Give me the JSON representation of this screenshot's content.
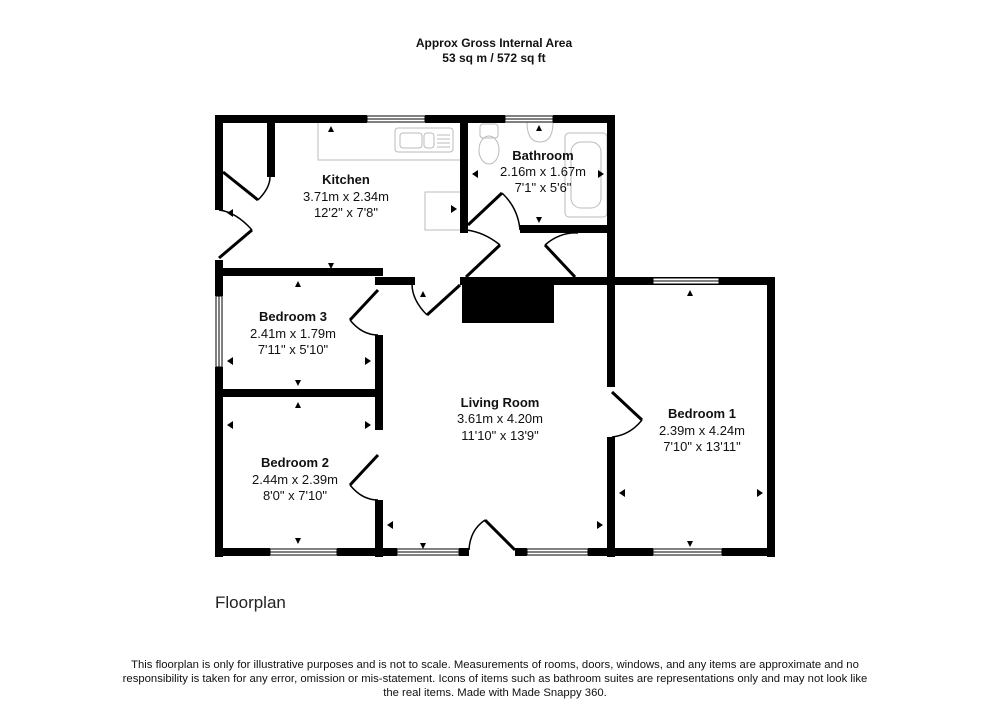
{
  "header": {
    "title": "Approx Gross Internal Area",
    "area": "53 sq m / 572 sq ft"
  },
  "rooms": [
    {
      "name": "Kitchen",
      "metric": "3.71m x 2.34m",
      "imperial": "12'2\" x 7'8\""
    },
    {
      "name": "Bathroom",
      "metric": "2.16m x 1.67m",
      "imperial": "7'1\" x 5'6\""
    },
    {
      "name": "Bedroom 3",
      "metric": "2.41m x 1.79m",
      "imperial": "7'11\" x 5'10\""
    },
    {
      "name": "Living Room",
      "metric": "3.61m x 4.20m",
      "imperial": "11'10\" x 13'9\""
    },
    {
      "name": "Bedroom 1",
      "metric": "2.39m x 4.24m",
      "imperial": "7'10\" x 13'11\""
    },
    {
      "name": "Bedroom 2",
      "metric": "2.44m x 2.39m",
      "imperial": "8'0\" x 7'10\""
    }
  ],
  "floor_label": "Floorplan",
  "disclaimer": "This floorplan is only for illustrative purposes and is not to scale. Measurements of rooms, doors, windows, and any items are approximate and no responsibility is taken for any error, omission or mis-statement. Icons of items such as bathroom suites are representations only and may not look like the real items. Made with Made Snappy 360.",
  "colors": {
    "wall": "#000000",
    "fixture_outline": "#bbbbbb",
    "background": "#ffffff"
  }
}
